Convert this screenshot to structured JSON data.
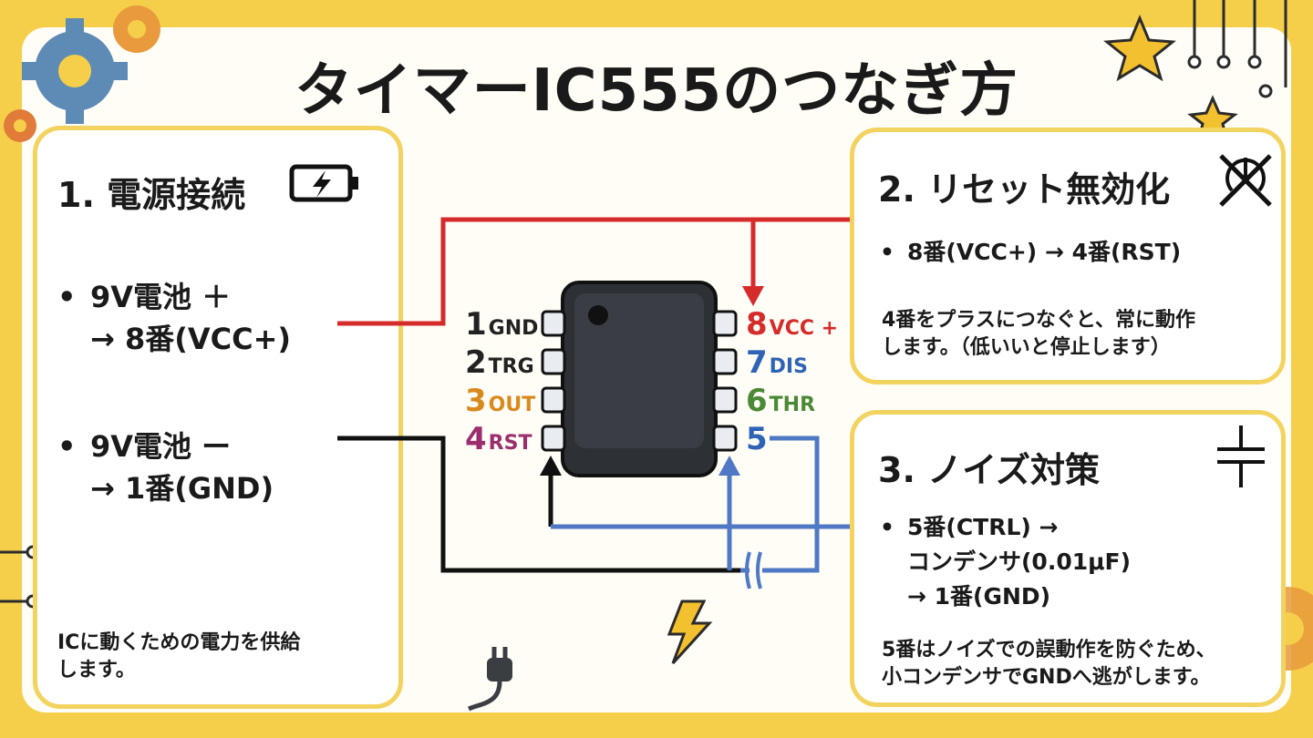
{
  "title": "タイマーIC555のつなぎ方",
  "cards": {
    "power": {
      "heading": "1. 電源接続",
      "icon": "battery-charging-icon",
      "plus_line1": "9V電池 ＋",
      "plus_line2": "→ 8番(VCC+)",
      "minus_line1": "9V電池 ー",
      "minus_line2": "→ 1番(GND)",
      "note": "ICに動くための電力を供給\nします。"
    },
    "reset": {
      "heading": "2. リセット無効化",
      "icon": "reset-disabled-icon",
      "bullet": "8番(VCC+) → 4番(RST)",
      "note": "4番をプラスにつなぐと、常に動作\nします。（低いいと停止します）"
    },
    "noise": {
      "heading": "3. ノイズ対策",
      "icon": "capacitor-icon",
      "bullet_line1": "5番(CTRL) →",
      "bullet_line2": "コンデンサ(0.01μF)",
      "bullet_line3": "→ 1番(GND)",
      "note": "5番はノイズでの誤動作を防ぐため、\n小コンデンサでGNDへ逃がします。"
    }
  },
  "pins_left": [
    {
      "num": "1",
      "name": "GND",
      "color": "#222222"
    },
    {
      "num": "2",
      "name": "TRG",
      "color": "#222222"
    },
    {
      "num": "3",
      "name": "OUT",
      "color": "#d98a1e"
    },
    {
      "num": "4",
      "name": "RST",
      "color": "#9b2f6e"
    }
  ],
  "pins_right": [
    {
      "num": "8",
      "name": "VCC +",
      "color": "#d62b2b"
    },
    {
      "num": "7",
      "name": "DIS",
      "color": "#2f63b5"
    },
    {
      "num": "6",
      "name": "THR",
      "color": "#4a8a36"
    },
    {
      "num": "5",
      "name": "",
      "color": "#2f63b5"
    }
  ],
  "colors": {
    "background": "#f6cf4a",
    "card_border": "#f3d35f",
    "wire_red": "#d62b2b",
    "wire_black": "#111111",
    "wire_blue": "#4f79c4",
    "chip": "#2d3035"
  }
}
